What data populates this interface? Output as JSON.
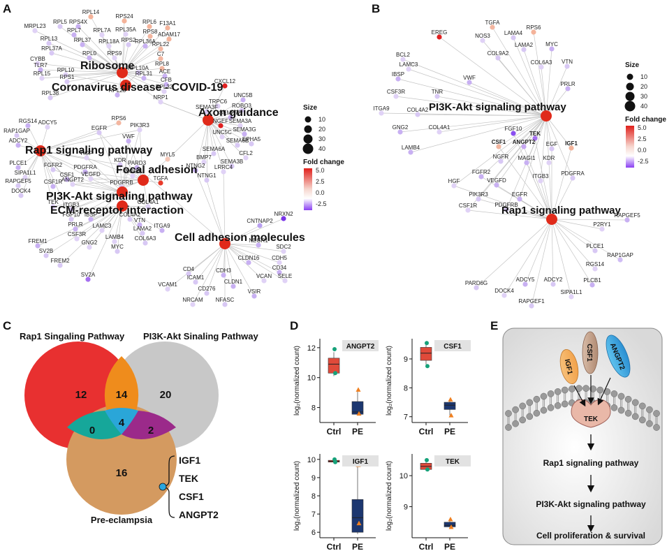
{
  "panels": {
    "A": "A",
    "B": "B",
    "C": "C",
    "D": "D",
    "E": "E"
  },
  "colors": {
    "red": "#e02020",
    "blue": "#3a55a0",
    "orange": "#f08020",
    "navy": "#1c3770",
    "venn_red": "#e83030",
    "venn_grey": "#c8c8c8",
    "venn_tan": "#d49a60"
  },
  "panelA": {
    "hubs": [
      "Ribosome",
      "Coronavirus disease - COVID-19",
      "Axon guidance",
      "Rap1 signaling pathway",
      "Focal adhesion",
      "PI3K-Akt signaling pathway",
      "ECM-receptor interaction",
      "Cell adhesion molecules"
    ],
    "genes": [
      "RPL14",
      "RPS24",
      "MRPL23",
      "RPL5",
      "RPS4X",
      "RPL6",
      "F13A1",
      "RPL7",
      "RPL7A",
      "RPS8",
      "ADAM17",
      "RPL35A",
      "RPL13",
      "RPL37",
      "RPL18A",
      "RPS2",
      "RPL36A",
      "RPL22",
      "RPL37A",
      "RPL0",
      "CYBB",
      "C7",
      "TLR7",
      "RPS9",
      "RPL8",
      "ACE",
      "RPL15",
      "RPS1",
      "RPL31",
      "RPL10",
      "RPL10A",
      "CFB",
      "RPL32",
      "RPL38",
      "RPL23",
      "NRP1",
      "CXCL12",
      "UNC5B",
      "TRPC6",
      "ROBO3",
      "SEMA7A",
      "SEMA3A",
      "SEMA3F",
      "SEMA3G",
      "NGEF",
      "EPHA5",
      "RGS14",
      "ADCY5",
      "SEMA6B",
      "RPS6",
      "PIK3R3",
      "RAP1GAP",
      "ADCY2",
      "UNC5C",
      "EGFR",
      "VWF",
      "CFL2",
      "SEMA6A",
      "MYL5",
      "BMP7",
      "SEMA3B",
      "PLCE1",
      "HGF",
      "KDR",
      "PARD3",
      "SIPA1L1",
      "FGFR2",
      "PDGFRA",
      "VEGFD",
      "RAPGEF5",
      "CSF1",
      "NOS3",
      "DOCK4",
      "CSF1R",
      "ANGPT2",
      "PDGFRB",
      "TGFA",
      "TEK",
      "ITGB3",
      "NTNG2",
      "LRRC4",
      "FGF10",
      "IBSP",
      "COL4A1",
      "NTNG1",
      "PRLR",
      "LAMC3",
      "COL4A2",
      "VTN",
      "CSF3R",
      "LAMA2",
      "ITGA9",
      "LAMB4",
      "COL6A3",
      "FREM1",
      "GNG2",
      "MYC",
      "NRXN2",
      "CNTNAP2",
      "SV2B",
      "NEGR1",
      "SDC2",
      "FREM2",
      "CLDN16",
      "CDH5",
      "SV2A",
      "CD34",
      "SELE",
      "CD4",
      "CDH3",
      "VCAN",
      "ICAM1",
      "CLDN1",
      "VCAM1",
      "CD276",
      "VSIR",
      "NRCAM",
      "NFASC"
    ],
    "legend": {
      "size_title": "Size",
      "sizes": [
        "10",
        "20",
        "30",
        "40"
      ],
      "fc_title": "Fold change",
      "fc_ticks": [
        "5.0",
        "2.5",
        "0.0",
        "-2.5"
      ]
    }
  },
  "panelB": {
    "hubs": [
      "PI3K-Akt signaling pathway",
      "Rap1 signaling pathway"
    ],
    "genes": [
      "TGFA",
      "EREG",
      "NOS3",
      "LAMA4",
      "RPS6",
      "BCL2",
      "LAMA2",
      "MYC",
      "LAMC3",
      "COL9A2",
      "IBSP",
      "COL6A3",
      "VTN",
      "VWF",
      "CSF3R",
      "TNR",
      "PRLR",
      "ITGA9",
      "COL4A2",
      "GNG2",
      "COL4A1",
      "FGF10",
      "LAMB4",
      "TEK",
      "EGF",
      "IGF1",
      "CSF1",
      "ANGPT2",
      "MAGI1",
      "KDR",
      "NGFR",
      "FGFR2",
      "ITGB3",
      "PDGFRA",
      "VEGFD",
      "HGF",
      "PIK3R3",
      "EGFR",
      "CSF1R",
      "PDGFRB",
      "RAPGEF5",
      "P2RY1",
      "PLCE1",
      "RAP1GAP",
      "RGS14",
      "PARD6G",
      "ADCY5",
      "DOCK4",
      "ADCY2",
      "PLCB1",
      "SIPA1L1",
      "RAPGEF1"
    ],
    "highlight": [
      "CSF1",
      "ANGPT2",
      "TEK",
      "IGF1"
    ],
    "legend": {
      "size_title": "Size",
      "sizes": [
        "10",
        "20",
        "30",
        "40"
      ],
      "fc_title": "Fold change",
      "fc_ticks": [
        "5.0",
        "2.5",
        "0.0",
        "-2.5"
      ]
    }
  },
  "panelC": {
    "set1": "Rap1 Singaling Pathway",
    "set2": "PI3K-Akt Sinaling Pathway",
    "set3": "Pre-eclampsia",
    "counts": {
      "only1": "12",
      "only2": "20",
      "only3": "16",
      "s12": "14",
      "s13": "0",
      "s23": "2",
      "s123": "4"
    },
    "genes": [
      "IGF1",
      "TEK",
      "CSF1",
      "ANGPT2"
    ]
  },
  "panelD": {
    "ylabel": "log₂(normalized count)",
    "xcats": [
      "Ctrl",
      "PE"
    ],
    "plots": [
      {
        "gene": "ANGPT2",
        "yticks": [
          "8",
          "10",
          "12"
        ],
        "ymin": 7,
        "ymax": 12.6,
        "ctrl": {
          "q1": 10.3,
          "med": 10.9,
          "q3": 11.3,
          "lo": 10.1,
          "hi": 11.7,
          "pts": [
            10.3,
            11.9
          ]
        },
        "pe": {
          "q1": 7.55,
          "med": 7.7,
          "q3": 8.4,
          "lo": 7.5,
          "hi": 9.2,
          "pts": [
            7.6,
            9.2
          ]
        }
      },
      {
        "gene": "CSF1",
        "yticks": [
          "7",
          "8",
          "9"
        ],
        "ymin": 6.8,
        "ymax": 9.7,
        "ctrl": {
          "q1": 8.95,
          "med": 9.2,
          "q3": 9.4,
          "lo": 8.8,
          "hi": 9.55,
          "pts": [
            8.75,
            9.55
          ]
        },
        "pe": {
          "q1": 7.25,
          "med": 7.4,
          "q3": 7.5,
          "lo": 7.05,
          "hi": 7.6,
          "pts": [
            7.05,
            7.6
          ]
        }
      },
      {
        "gene": "IGF1",
        "yticks": [
          "6",
          "7",
          "8",
          "9",
          "10"
        ],
        "ymin": 5.7,
        "ymax": 10.3,
        "ctrl": {
          "q1": 9.85,
          "med": 9.9,
          "q3": 9.95,
          "lo": 9.8,
          "hi": 10.0,
          "pts": [
            9.85,
            10.0
          ]
        },
        "pe": {
          "q1": 6.0,
          "med": 6.8,
          "q3": 7.8,
          "lo": 5.9,
          "hi": 9.7,
          "pts": [
            6.5,
            9.7
          ]
        }
      },
      {
        "gene": "TEK",
        "yticks": [
          "9",
          "10"
        ],
        "ymin": 8.0,
        "ymax": 10.7,
        "ctrl": {
          "q1": 10.2,
          "med": 10.3,
          "q3": 10.4,
          "lo": 10.15,
          "hi": 10.5,
          "pts": [
            10.2,
            10.5
          ]
        },
        "pe": {
          "q1": 8.35,
          "med": 8.4,
          "q3": 8.5,
          "lo": 8.3,
          "hi": 8.6,
          "pts": [
            8.35,
            8.6
          ]
        }
      }
    ]
  },
  "panelE": {
    "ligands": [
      "IGF1",
      "CSF1",
      "ANGPT2"
    ],
    "receptor": "TEK",
    "steps": [
      "Rap1 signaling pathway",
      "PI3K-Akt signaling pathway",
      "Cell proliferation & survival"
    ]
  }
}
